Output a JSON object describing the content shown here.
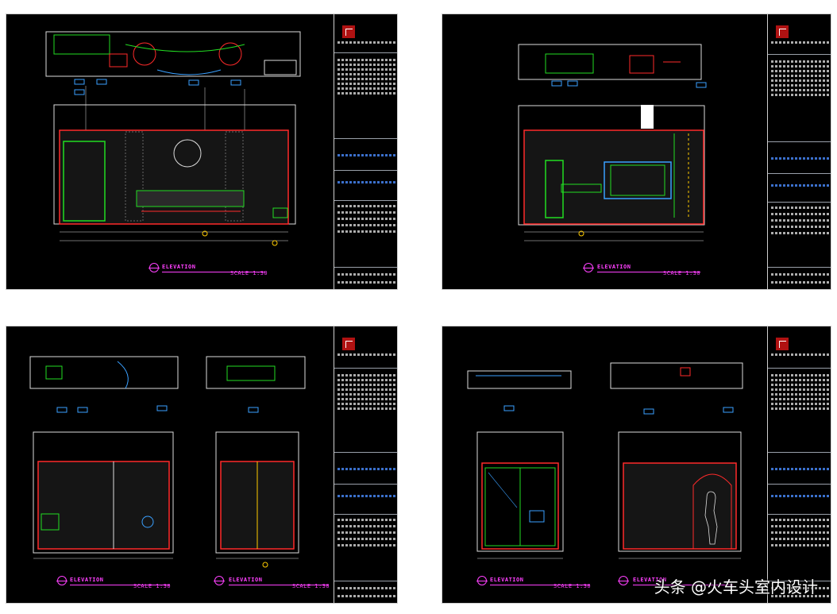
{
  "sheets": [
    {
      "id": "top-left",
      "label": "ELEVATION",
      "scale": "SCALE 1:30"
    },
    {
      "id": "top-right",
      "label": "ELEVATION",
      "scale": "SCALE 1:30"
    },
    {
      "id": "bottom-left",
      "label": "ELEVATION",
      "scale": "SCALE 1:30"
    },
    {
      "id": "bottom-right",
      "label": "ELEVATION",
      "scale": "SCALE 1:30"
    }
  ],
  "watermark": {
    "text": "头条 @火车头室内设计"
  },
  "colors": {
    "background": "#000000",
    "frame": "#cfcfcf",
    "wall": "#ff2a2a",
    "fixture": "#22dd22",
    "annotation": "#3aa0ff",
    "label": "#ff40ff",
    "dimension": "#ffffff",
    "marker": "#ffcc00"
  }
}
